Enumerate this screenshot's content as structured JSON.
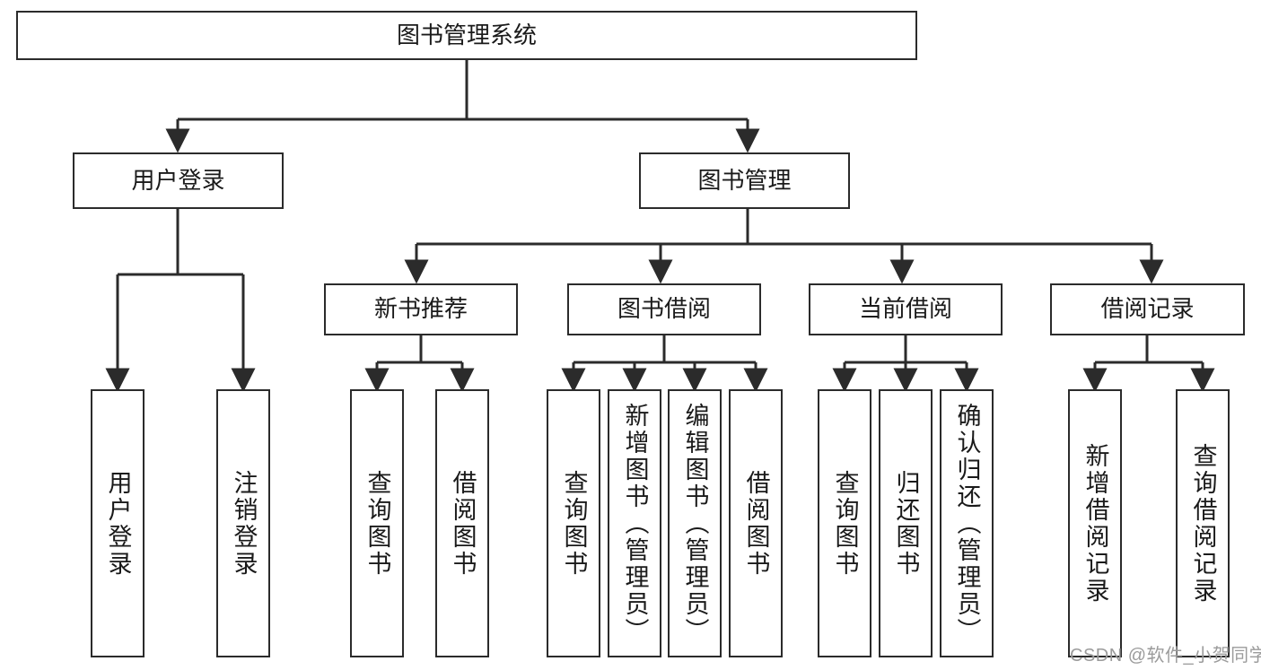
{
  "diagram": {
    "title": "图书管理系统",
    "type": "hierarchy-tree",
    "root": {
      "label": "图书管理系统"
    },
    "level2": [
      {
        "label": "用户登录"
      },
      {
        "label": "图书管理"
      }
    ],
    "level3": [
      {
        "label": "新书推荐"
      },
      {
        "label": "图书借阅"
      },
      {
        "label": "当前借阅"
      },
      {
        "label": "借阅记录"
      }
    ],
    "leaves": {
      "user_login": [
        {
          "label": "用户登录"
        },
        {
          "label": "注销登录"
        }
      ],
      "new_book_recommend": [
        {
          "label": "查询图书"
        },
        {
          "label": "借阅图书"
        }
      ],
      "book_borrow": [
        {
          "label": "查询图书"
        },
        {
          "label": "新增图书（管理员）"
        },
        {
          "label": "编辑图书（管理员）"
        },
        {
          "label": "借阅图书"
        }
      ],
      "current_borrow": [
        {
          "label": "查询图书"
        },
        {
          "label": "归还图书"
        },
        {
          "label": "确认归还（管理员）"
        }
      ],
      "borrow_record": [
        {
          "label": "新增借阅记录"
        },
        {
          "label": "查询借阅记录"
        }
      ]
    }
  },
  "watermark": {
    "text": "CSDN @软件_小贺同学"
  },
  "colors": {
    "stroke": "#2b2b2b",
    "background": "#ffffff",
    "text": "#1a1a1a",
    "watermark": "#9b9b9b"
  }
}
